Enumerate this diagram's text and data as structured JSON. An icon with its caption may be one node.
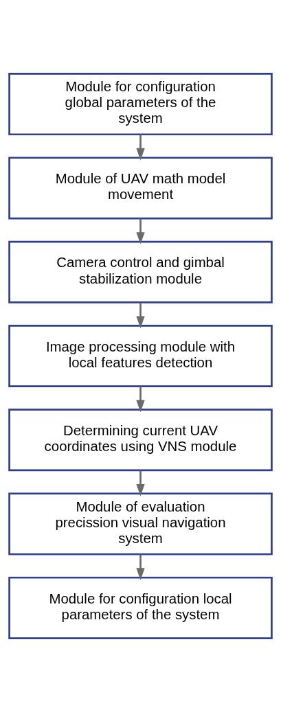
{
  "diagram": {
    "nodes": [
      {
        "text": [
          "Module for configuration global parameters of the system"
        ]
      },
      {
        "text": [
          "Module of UAV math model movement"
        ]
      },
      {
        "text": [
          "Camera control and gimbal stabilization module"
        ]
      },
      {
        "text": [
          "Image processing module with local features detection"
        ]
      },
      {
        "text": [
          "Determining current UAV coordinates using VNS module"
        ]
      },
      {
        "text": [
          "Module of evaluation precission visual navigation system"
        ]
      },
      {
        "text": [
          "Module for configuration local parameters of the system"
        ]
      }
    ],
    "edges": [
      {
        "from": 0,
        "to": 1,
        "arrow": "to"
      },
      {
        "from": 1,
        "to": 2,
        "arrow": "to"
      },
      {
        "from": 2,
        "to": 3,
        "arrow": "to"
      },
      {
        "from": 3,
        "to": 4,
        "arrow": "to"
      },
      {
        "from": 4,
        "to": 5,
        "arrow": "to"
      },
      {
        "from": 5,
        "to": 6,
        "arrow": "to"
      }
    ]
  }
}
